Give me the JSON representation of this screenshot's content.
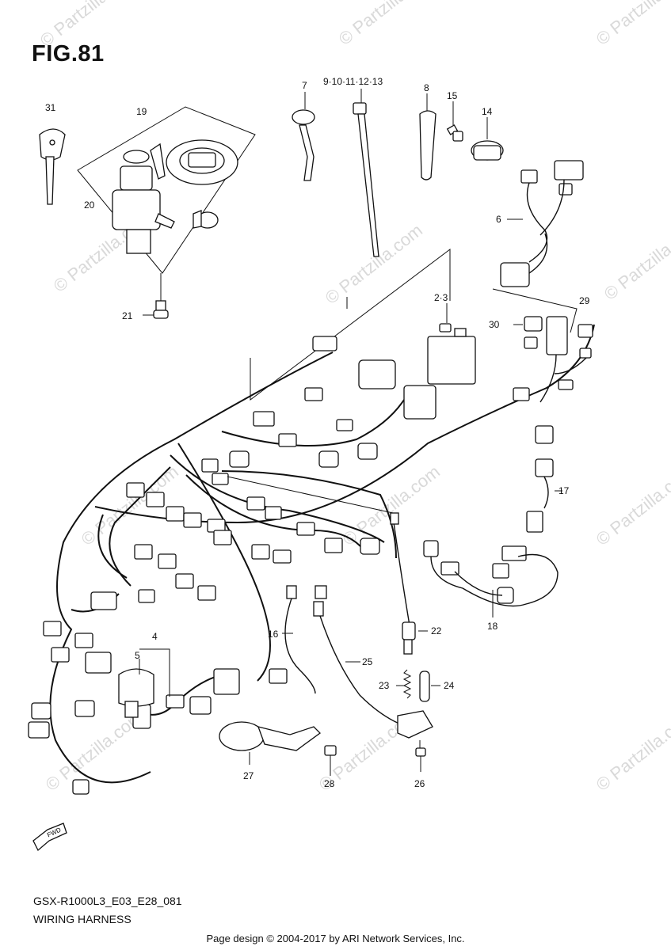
{
  "figure": {
    "title": "FIG.81",
    "model_code": "GSX-R1000L3_E03_E28_081",
    "name": "WIRING HARNESS"
  },
  "footer": "Page design © 2004-2017 by ARI Network Services, Inc.",
  "watermark": {
    "main": "© Partzilla.com",
    "repeat": "© Partzilla.com"
  },
  "callouts": {
    "c31": "31",
    "c19": "19",
    "c20": "20",
    "c21": "21",
    "c7": "7",
    "c9_13": "9·10·11·12·13",
    "c8": "8",
    "c15": "15",
    "c14": "14",
    "c6": "6",
    "c2_3": "2·3",
    "c29": "29",
    "c30": "30",
    "c17": "17",
    "c18": "18",
    "c22": "22",
    "c16": "16",
    "c25": "25",
    "c23": "23",
    "c24": "24",
    "c4": "4",
    "c5": "5",
    "c27": "27",
    "c28": "28",
    "c26": "26"
  },
  "fwd_label": "FWD",
  "colors": {
    "line": "#111111",
    "watermark": "#d9d9d9",
    "background": "#ffffff"
  }
}
